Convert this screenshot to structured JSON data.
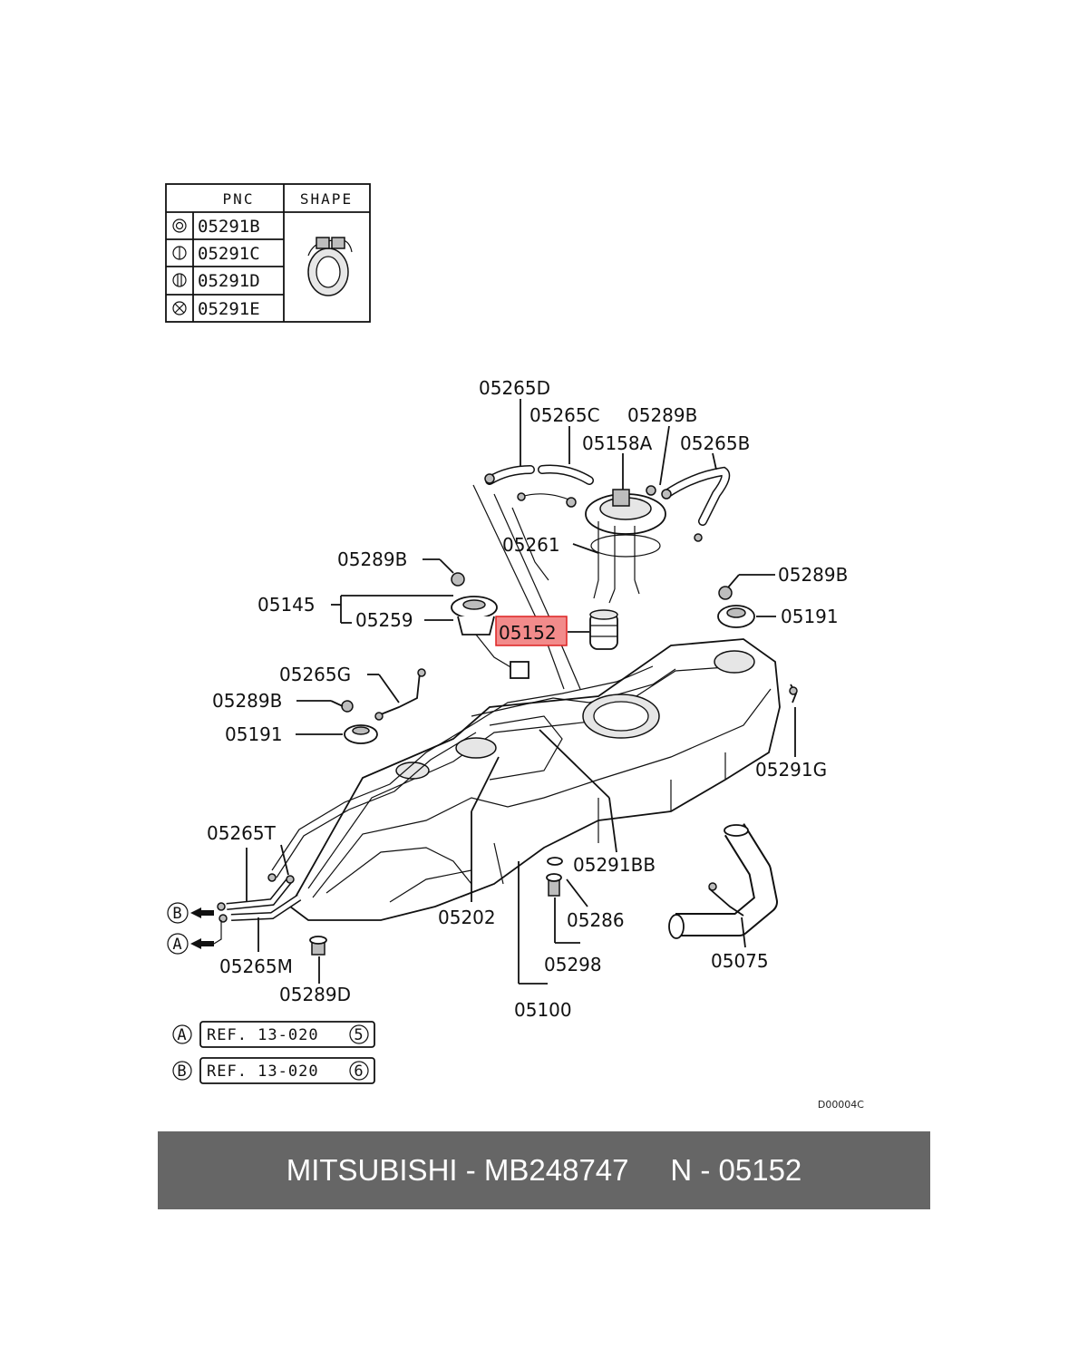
{
  "table": {
    "header_pnc": "PNC",
    "header_shape": "SHAPE",
    "rows": [
      "05291B",
      "05291C",
      "05291D",
      "05291E"
    ]
  },
  "labels": {
    "l05265D": "05265D",
    "l05265C": "05265C",
    "l05289B_top": "05289B",
    "l05158A": "05158A",
    "l05265B": "05265B",
    "l05261": "05261",
    "l05289B_left": "05289B",
    "l05289B_right": "05289B",
    "l05145": "05145",
    "l05259": "05259",
    "l05152": "05152",
    "l05191_right": "05191",
    "l05265G": "05265G",
    "l05289B_mid": "05289B",
    "l05191_left": "05191",
    "l05291G": "05291G",
    "l05265T": "05265T",
    "l05291BB": "05291BB",
    "l05202": "05202",
    "l05286": "05286",
    "l05075": "05075",
    "l05298": "05298",
    "l05265M": "05265M",
    "l05289D": "05289D",
    "l05100": "05100"
  },
  "markers": {
    "b": "B",
    "a": "A"
  },
  "refs": [
    {
      "marker": "A",
      "text": "REF. 13-020",
      "num": "5"
    },
    {
      "marker": "B",
      "text": "REF. 13-020",
      "num": "6"
    }
  ],
  "diagram_code": "D00004C",
  "footer": {
    "text": "MITSUBISHI - MB248747     N - 05152"
  },
  "colors": {
    "highlight": "#f28b8b",
    "footer_bg": "#666666",
    "footer_text": "#ffffff"
  }
}
